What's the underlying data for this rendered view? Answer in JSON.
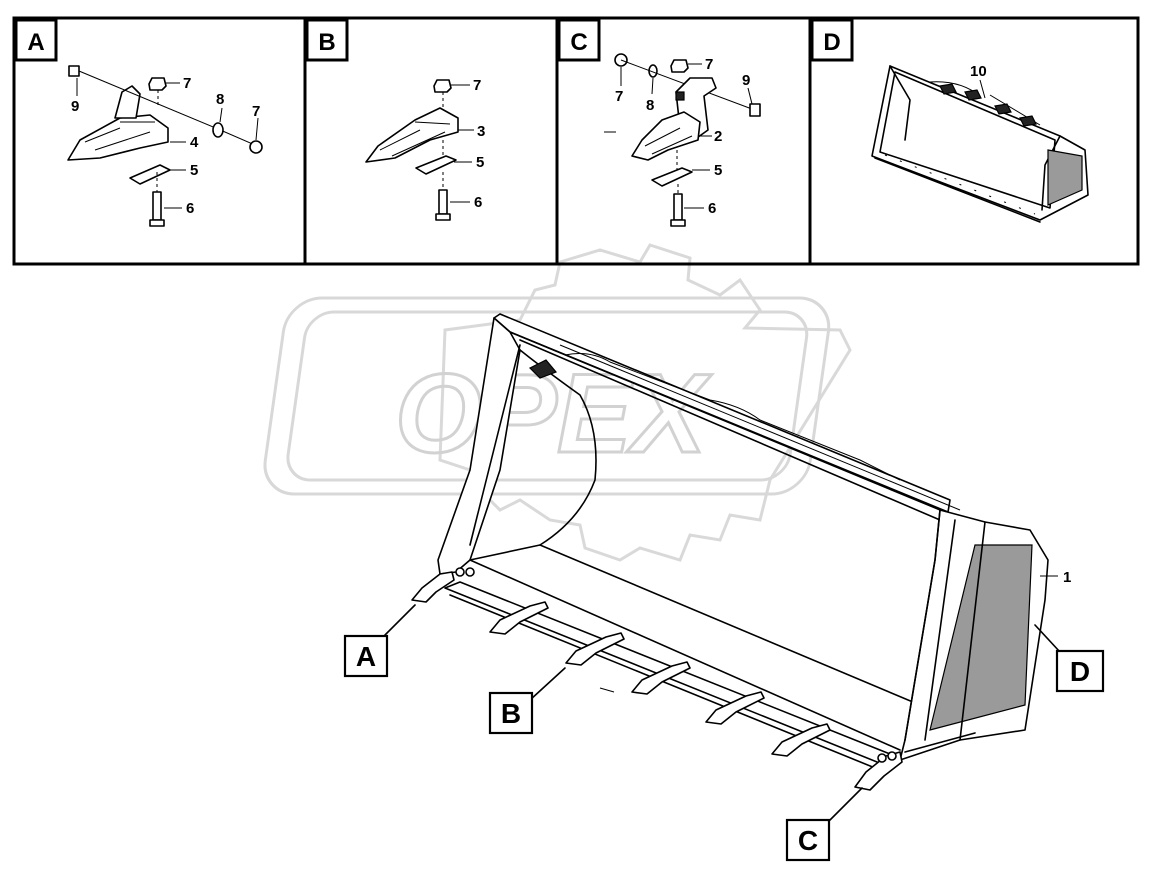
{
  "watermark": {
    "text": "OPEX"
  },
  "panels": [
    {
      "letter": "A",
      "labels": [
        "7",
        "9",
        "8",
        "7",
        "4",
        "5",
        "6"
      ]
    },
    {
      "letter": "B",
      "labels": [
        "7",
        "3",
        "5",
        "6"
      ]
    },
    {
      "letter": "C",
      "labels": [
        "7",
        "7",
        "8",
        "9",
        "2",
        "5",
        "6"
      ]
    },
    {
      "letter": "D",
      "labels": [
        "10"
      ]
    }
  ],
  "main_drawing": {
    "part_label": "1",
    "callouts": [
      "A",
      "B",
      "C",
      "D"
    ]
  }
}
